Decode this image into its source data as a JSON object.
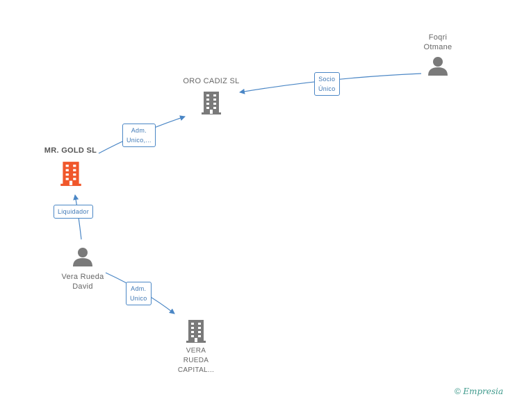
{
  "nodes": {
    "oro_cadiz": {
      "label": "ORO CADIZ SL",
      "type": "company"
    },
    "foqri": {
      "label_lines": [
        "Foqri",
        "Otmane"
      ],
      "type": "person"
    },
    "mr_gold": {
      "label": "MR.  GOLD SL",
      "type": "company",
      "highlight": true
    },
    "vera_person": {
      "label_lines": [
        "Vera Rueda",
        "David"
      ],
      "type": "person"
    },
    "vera_capital": {
      "label_lines": [
        "VERA",
        "RUEDA",
        "CAPITAL..."
      ],
      "type": "company"
    }
  },
  "edges": {
    "foqri_oro": {
      "label_lines": [
        "Socio",
        "Único"
      ]
    },
    "mrgold_oro": {
      "label_lines": [
        "Adm.",
        "Unico,..."
      ]
    },
    "vera_mrgold": {
      "label_lines": [
        "Liquidador"
      ]
    },
    "vera_capital": {
      "label_lines": [
        "Adm.",
        "Unico"
      ]
    }
  },
  "footer": {
    "copyright_symbol": "©",
    "brand": "Empresia"
  },
  "colors": {
    "node_gray": "#7a7a7a",
    "highlight": "#f0572b",
    "edge": "#4a86c5"
  }
}
